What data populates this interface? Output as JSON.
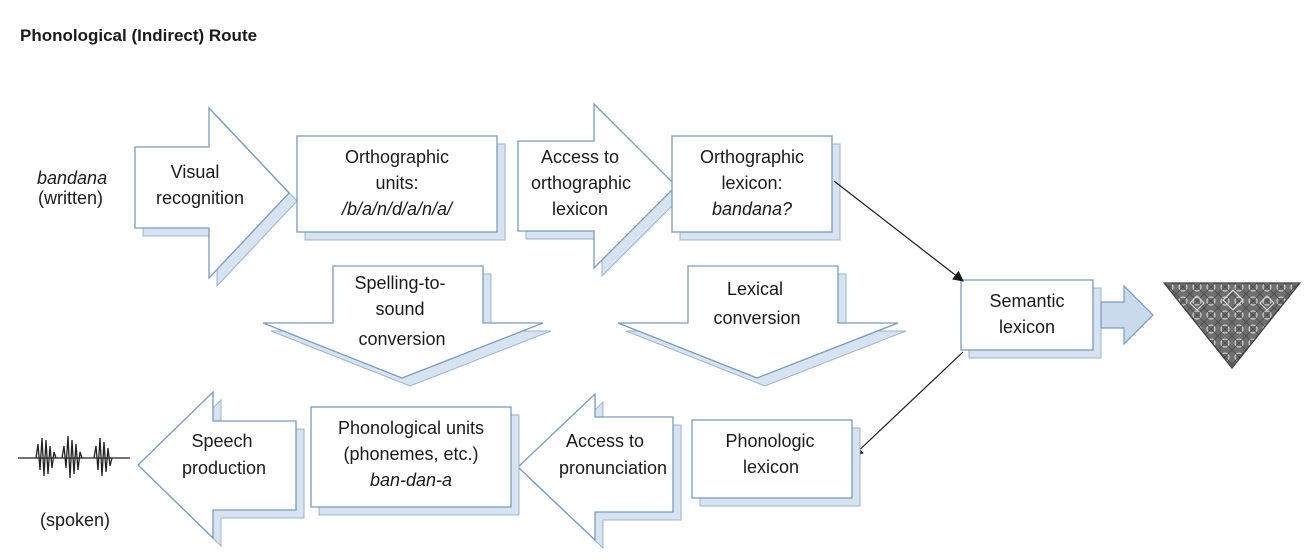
{
  "title": "Phonological (Indirect) Route",
  "input": {
    "word": "bandana",
    "mode": "(written)"
  },
  "output": {
    "mode": "(spoken)"
  },
  "nodes": {
    "visual_recognition": [
      "Visual",
      "recognition"
    ],
    "orthographic_units": [
      "Orthographic",
      "units:",
      "/b/a/n/d/a/n/a/"
    ],
    "access_orthographic_lexicon": [
      "Access to",
      "orthographic",
      "lexicon"
    ],
    "orthographic_lexicon": [
      "Orthographic",
      "lexicon:",
      "bandana?"
    ],
    "spelling_to_sound": [
      "Spelling-to-",
      "sound",
      "conversion"
    ],
    "lexical_conversion": [
      "Lexical",
      "conversion"
    ],
    "semantic_lexicon": [
      "Semantic",
      "lexicon"
    ],
    "phonologic_lexicon": [
      "Phonologic",
      "lexicon"
    ],
    "access_pronunciation": [
      "Access to",
      "pronunciation"
    ],
    "phonological_units": [
      "Phonological units",
      "(phonemes, etc.)",
      "ban-dan-a"
    ],
    "speech_production": [
      "Speech",
      "production"
    ]
  },
  "icons": {
    "bandana_image": "bandana-image",
    "waveform": "sound-waveform-icon"
  },
  "colors": {
    "outline": "#7a9bbd",
    "shadow": "#d7e3f0",
    "arrow_fill": "#c9daec"
  }
}
